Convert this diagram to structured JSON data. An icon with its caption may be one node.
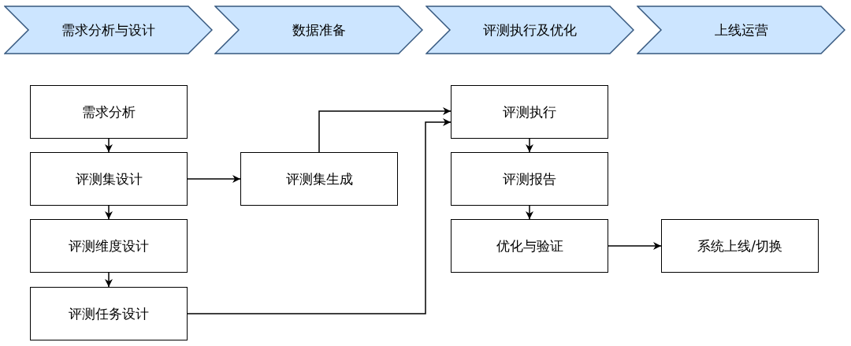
{
  "diagram": {
    "nodes": [
      {
        "text": [
          "需求分析与设计"
        ]
      },
      {
        "text": [
          "数据准备"
        ]
      },
      {
        "text": [
          "评测执行及优化"
        ]
      },
      {
        "text": [
          "上线运营"
        ]
      },
      {
        "text": [
          "需求分析"
        ]
      },
      {
        "text": [
          "评测集设计"
        ]
      },
      {
        "text": [
          "评测维度设计"
        ]
      },
      {
        "text": [
          "评测任务设计"
        ]
      },
      {
        "text": [
          "评测集生成"
        ]
      },
      {
        "text": [
          "评测执行"
        ]
      },
      {
        "text": [
          "评测报告"
        ]
      },
      {
        "text": [
          "优化与验证"
        ]
      },
      {
        "text": [
          "系统上线/切换"
        ]
      }
    ],
    "edges": [
      {
        "from": 4,
        "to": 5,
        "arrow": "to"
      },
      {
        "from": 5,
        "to": 6,
        "arrow": "to"
      },
      {
        "from": 6,
        "to": 7,
        "arrow": "to"
      },
      {
        "from": 5,
        "to": 8,
        "arrow": "to"
      },
      {
        "from": 8,
        "to": 9,
        "arrow": "to"
      },
      {
        "from": 7,
        "to": 9,
        "arrow": "to"
      },
      {
        "from": 9,
        "to": 10,
        "arrow": "to"
      },
      {
        "from": 10,
        "to": 11,
        "arrow": "to"
      },
      {
        "from": 11,
        "to": 12,
        "arrow": "to"
      }
    ]
  }
}
